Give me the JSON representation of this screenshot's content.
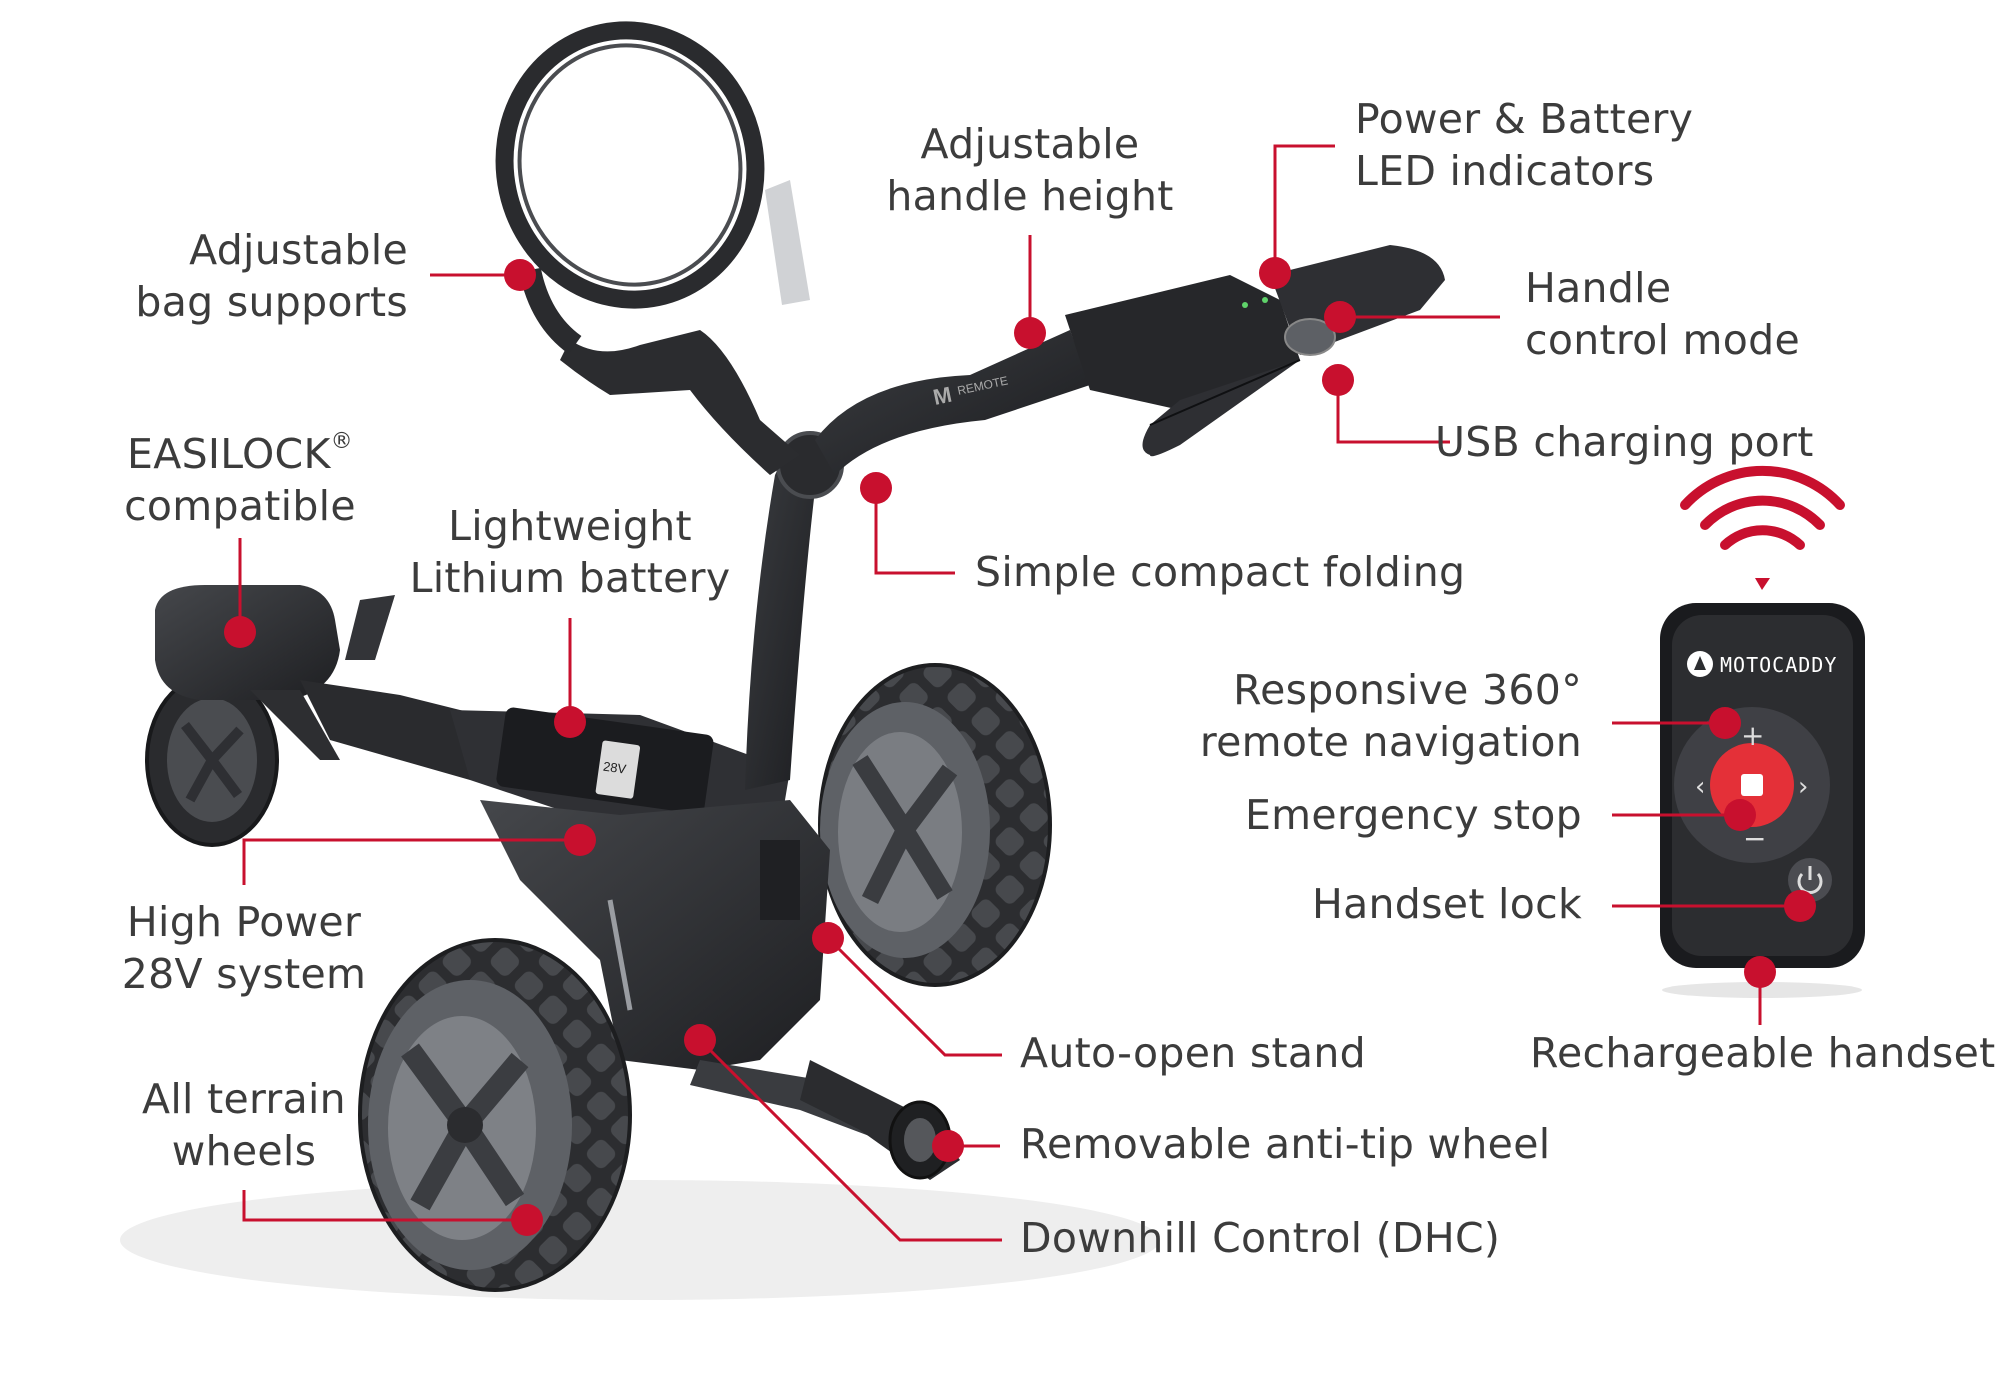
{
  "accent_color": "#c8102e",
  "labels": {
    "bag_supports": [
      "Adjustable",
      "bag supports"
    ],
    "handle_height": [
      "Adjustable",
      "handle height"
    ],
    "led_indicators": [
      "Power & Battery",
      "LED indicators"
    ],
    "handle_control": [
      "Handle",
      "control mode"
    ],
    "usb_port": "USB charging port",
    "easilock": {
      "line1": "EASILOCK",
      "mark": "®",
      "line2": "compatible"
    },
    "battery": [
      "Lightweight",
      "Lithium battery"
    ],
    "folding": "Simple compact folding",
    "remote_nav": [
      "Responsive 360°",
      "remote navigation"
    ],
    "emergency_stop": "Emergency stop",
    "handset_lock": "Handset lock",
    "high_power": [
      "High Power",
      "28V system"
    ],
    "all_terrain": [
      "All terrain",
      "wheels"
    ],
    "auto_open_stand": "Auto-open stand",
    "rechargeable_handset": "Rechargeable handset",
    "anti_tip_wheel": "Removable anti-tip wheel",
    "downhill_control": "Downhill Control (DHC)"
  },
  "product": {
    "remote_brand": "MOTOCADDY",
    "handle_badge": "M",
    "handle_model": "REMOTE",
    "battery_voltage": "28V"
  },
  "icons": {
    "signal": "wifi-signal-icon",
    "power": "power-icon",
    "plus": "plus-icon",
    "minus": "minus-icon",
    "stop": "stop-icon"
  }
}
